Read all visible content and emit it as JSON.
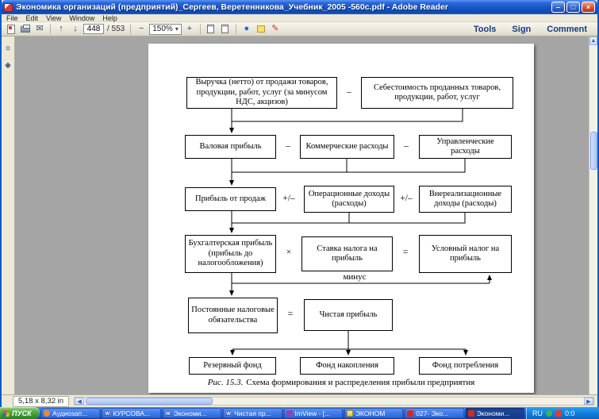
{
  "window": {
    "title": "Экономика организаций (предприятий)_Сергеев, Веретенникова_Учебник_2005 -560с.pdf - Adobe Reader",
    "minimize_glyph": "–",
    "maximize_glyph": "□",
    "close_glyph": "×"
  },
  "menu": {
    "items": [
      "File",
      "Edit",
      "View",
      "Window",
      "Help"
    ]
  },
  "toolbar": {
    "page_value": "448",
    "page_total": "/ 553",
    "zoom_value": "150%",
    "buttons": {
      "tools": "Tools",
      "sign": "Sign",
      "comment": "Comment"
    }
  },
  "icons": {
    "email": "✉",
    "prev_page": "↑",
    "next_page": "↓",
    "zoom_out": "−",
    "zoom_in": "+",
    "dropdown": "▾",
    "hand": "●",
    "pen": "✎",
    "bookmarks": "≡",
    "attachments": "◆",
    "scroll_up": "▲",
    "scroll_down": "▼",
    "scroll_left": "◀",
    "scroll_right": "▶",
    "word": "W"
  },
  "diagram": {
    "boxes": {
      "revenue": "Выручка (нетто) от продажи товаров, продукции, работ, услуг (за минусом НДС, акцизов)",
      "cost": "Себестоимость проданных товаров, продукции, работ, услуг",
      "gross_profit": "Валовая прибыль",
      "commercial_expenses": "Коммерческие расходы",
      "admin_expenses": "Управленческие расходы",
      "sales_profit": "Прибыль от продаж",
      "operating_income": "Операционные доходы (расходы)",
      "nonoperating_income": "Внереализационные доходы (расходы)",
      "accounting_profit": "Бухгалтерская прибыль (прибыль до налогообложения)",
      "tax_rate": "Ставка налога на прибыль",
      "conditional_tax": "Условный налог на прибыль",
      "permanent_tax": "Постоянные налоговые обязательства",
      "net_profit": "Чистая прибыль",
      "reserve_fund": "Резервный фонд",
      "accumulation_fund": "Фонд накопления",
      "consumption_fund": "Фонд потребления"
    },
    "ops": {
      "minus": "–",
      "plusminus": "+/–",
      "times": "×",
      "equals": "="
    },
    "minus_word": "минус",
    "caption_label": "Рис. 15.3.",
    "caption_text": "Схема формирования и распределения прибыли предприятия"
  },
  "statusbar": {
    "size": "5,18 x 8,32 in"
  },
  "taskbar": {
    "start": "ПУСК",
    "items": [
      {
        "label": "Аудиозап..."
      },
      {
        "label": "КУРСОВА..."
      },
      {
        "label": "Экономи..."
      },
      {
        "label": "Чистая пр..."
      },
      {
        "label": "ImView - [..."
      },
      {
        "label": "ЭКОНОМ"
      },
      {
        "label": "027- Эко..."
      },
      {
        "label": "Экономи..."
      }
    ],
    "lang": "RU",
    "clock": "0:0"
  }
}
